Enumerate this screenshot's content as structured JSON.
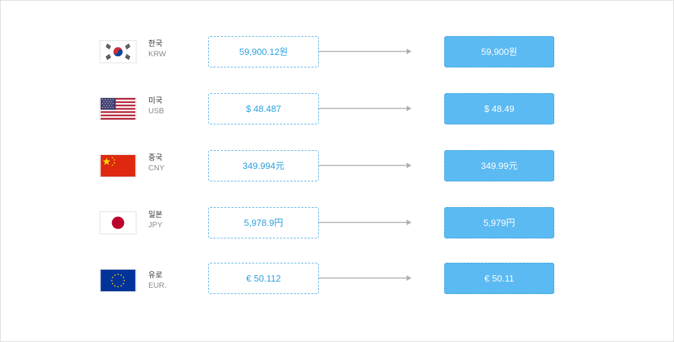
{
  "colors": {
    "accent": "#2aa0df",
    "result_bg": "#5bbaf2",
    "arrow": "#b0b0b0"
  },
  "rows": [
    {
      "flag_icon": "south-korea-flag-icon",
      "name": "한국",
      "code": "KRW",
      "raw": "59,900.12원",
      "rounded": "59,900원"
    },
    {
      "flag_icon": "usa-flag-icon",
      "name": "미국",
      "code": "USB",
      "raw": "$ 48.487",
      "rounded": "$ 48.49"
    },
    {
      "flag_icon": "china-flag-icon",
      "name": "중국",
      "code": "CNY",
      "raw": "349.994元",
      "rounded": "349.99元"
    },
    {
      "flag_icon": "japan-flag-icon",
      "name": "일본",
      "code": "JPY",
      "raw": "5,978.9円",
      "rounded": "5,979円"
    },
    {
      "flag_icon": "eu-flag-icon",
      "name": "유로",
      "code": "EUR.",
      "raw": "€ 50.112",
      "rounded": "€ 50.11"
    }
  ]
}
